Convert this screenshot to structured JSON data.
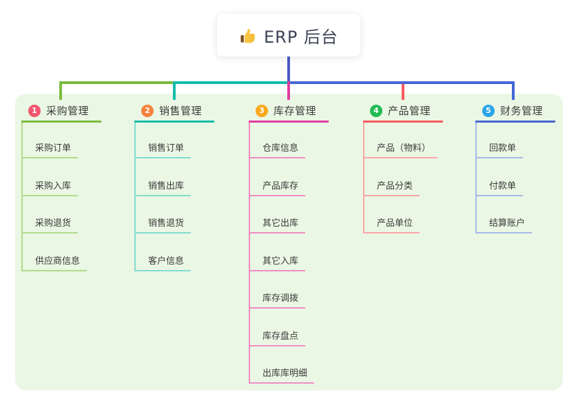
{
  "root": {
    "title": "ERP 后台",
    "icon": "thumbs-up-icon"
  },
  "colors": {
    "panel_background": "#eaf7e4",
    "root_line": "#4c59c8",
    "root_text": "#3c4356"
  },
  "branches": [
    {
      "number": "1",
      "title": "采购管理",
      "badge_color": "#f2556e",
      "color": "#7cbb3f",
      "light_color": "#b2da8c",
      "children": [
        "采购订单",
        "采购入库",
        "采购退货",
        "供应商信息"
      ]
    },
    {
      "number": "2",
      "title": "销售管理",
      "badge_color": "#f5823b",
      "color": "#14bcab",
      "light_color": "#85dcd1",
      "children": [
        "销售订单",
        "销售出库",
        "销售退货",
        "客户信息"
      ]
    },
    {
      "number": "3",
      "title": "库存管理",
      "badge_color": "#fba81d",
      "color": "#df3ba1",
      "light_color": "#f18cc5",
      "children": [
        "仓库信息",
        "产品库存",
        "其它出库",
        "其它入库",
        "库存调拨",
        "库存盘点",
        "出库库明细"
      ]
    },
    {
      "number": "4",
      "title": "产品管理",
      "badge_color": "#22ba55",
      "color": "#f75a5f",
      "light_color": "#fba6a9",
      "children": [
        "产品（物料）",
        "产品分类",
        "产品单位"
      ]
    },
    {
      "number": "5",
      "title": "财务管理",
      "badge_color": "#2aa7e8",
      "color": "#4467d6",
      "light_color": "#a6b8ec",
      "children": [
        "回款单",
        "付款单",
        "结算账户"
      ]
    }
  ]
}
